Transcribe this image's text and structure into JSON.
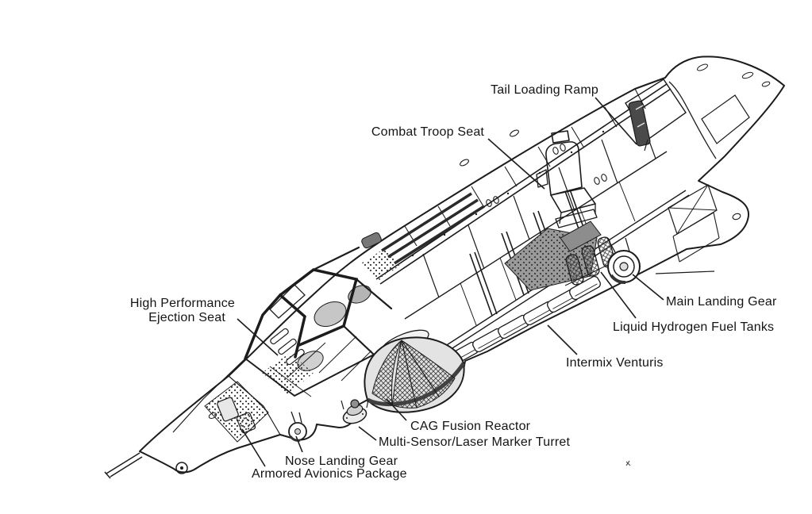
{
  "figure": {
    "kind": "technical-cutaway-line-illustration",
    "subject": "Aerospace dropship cutaway with labeled internal components",
    "background_color": "#ffffff",
    "ink_color": "#1c1c1c",
    "shade_light": "#d9d9d9",
    "shade_mid": "#9a9a9a",
    "shade_dark": "#4a4a4a"
  },
  "labels": {
    "tail_loading_ramp": {
      "text": "Tail Loading Ramp"
    },
    "combat_troop_seat": {
      "text": "Combat Troop Seat"
    },
    "high_performance_ejection_seat": {
      "line1": "High Performance",
      "line2": "Ejection Seat"
    },
    "main_landing_gear": {
      "text": "Main Landing Gear"
    },
    "liquid_hydrogen_fuel_tanks": {
      "text": "Liquid Hydrogen Fuel Tanks"
    },
    "intermix_venturis": {
      "text": "Intermix Venturis"
    },
    "cag_fusion_reactor": {
      "text": "CAG Fusion Reactor"
    },
    "multi_sensor_laser_marker_turret": {
      "text": "Multi-Sensor/Laser Marker Turret"
    },
    "nose_landing_gear": {
      "text": "Nose Landing Gear"
    },
    "armored_avionics_package": {
      "text": "Armored Avionics Package"
    }
  }
}
